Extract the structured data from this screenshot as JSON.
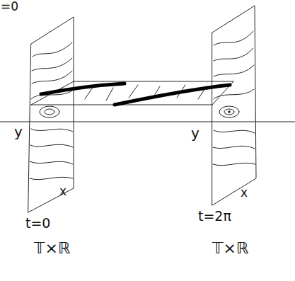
{
  "diagram": {
    "labels": [
      "=0",
      "y",
      "y",
      "x",
      "x",
      "t=0",
      "t=2π",
      "𝕋×ℝ",
      "𝕋×ℝ"
    ]
  }
}
